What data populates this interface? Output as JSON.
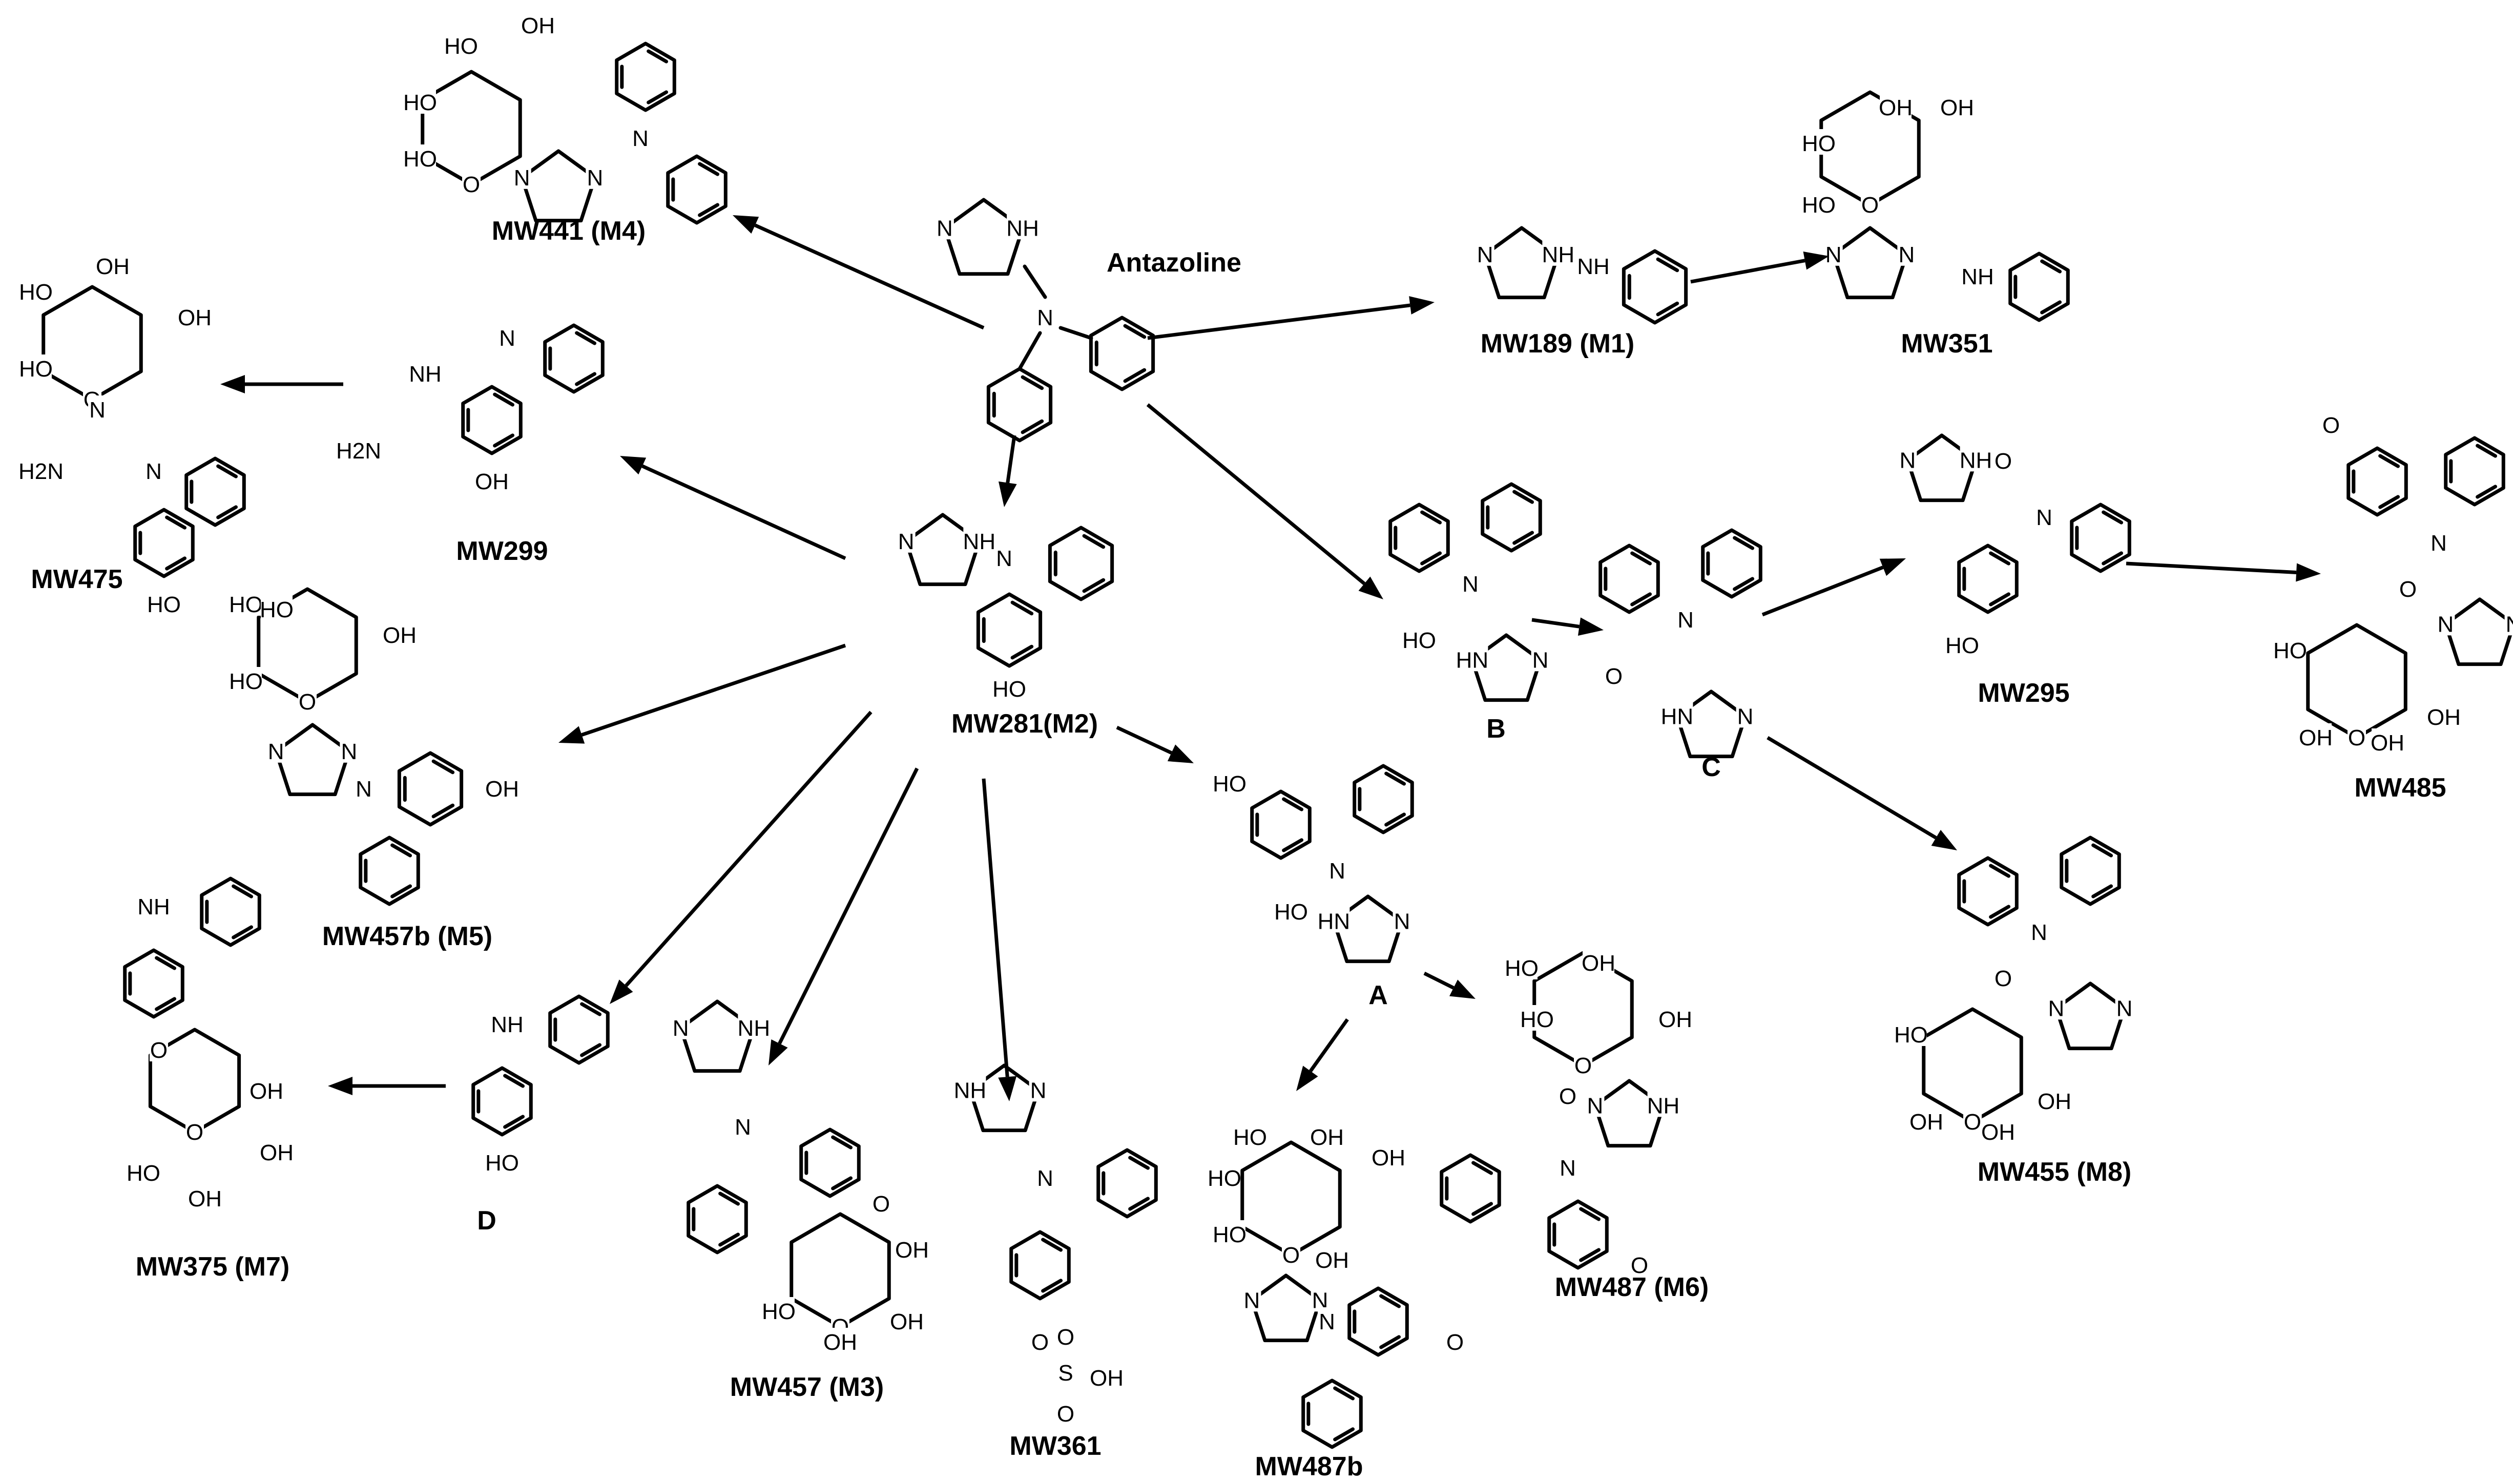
{
  "diagram": {
    "type": "metabolic-pathway-scheme",
    "start_compound": "Antazoline",
    "compound_labels": {
      "antazoline": "Antazoline",
      "m4": "MW441 (M4)",
      "m1": "MW189 (M1)",
      "mw351": "MW351",
      "mw475": "MW475",
      "mw299": "MW299",
      "m2": "MW281(M2)",
      "b": "B",
      "c": "C",
      "mw295": "MW295",
      "mw485": "MW485",
      "m5": "MW457b (M5)",
      "a": "A",
      "m8": "MW455 (M8)",
      "m6": "MW487 (M6)",
      "m7": "MW375 (M7)",
      "d": "D",
      "m3": "MW457 (M3)",
      "mw361": "MW361",
      "mw487b": "MW487b"
    },
    "atom_labels": {
      "n": "N",
      "nh": "NH",
      "hn": "HN",
      "oh": "OH",
      "ho": "HO",
      "o": "O",
      "h2n": "H2N",
      "s": "S"
    },
    "transformations": [
      {
        "from": "Antazoline",
        "to": "MW441 (M4)"
      },
      {
        "from": "Antazoline",
        "to": "MW189 (M1)"
      },
      {
        "from": "MW189 (M1)",
        "to": "MW351"
      },
      {
        "from": "Antazoline",
        "to": "MW281(M2)"
      },
      {
        "from": "Antazoline",
        "to": "B"
      },
      {
        "from": "B",
        "to": "C"
      },
      {
        "from": "C",
        "to": "MW295"
      },
      {
        "from": "MW295",
        "to": "MW485"
      },
      {
        "from": "C",
        "to": "MW455 (M8)"
      },
      {
        "from": "MW281(M2)",
        "to": "MW299"
      },
      {
        "from": "MW299",
        "to": "MW475"
      },
      {
        "from": "MW281(M2)",
        "to": "MW457b (M5)"
      },
      {
        "from": "MW281(M2)",
        "to": "D"
      },
      {
        "from": "D",
        "to": "MW375 (M7)"
      },
      {
        "from": "MW281(M2)",
        "to": "MW457 (M3)"
      },
      {
        "from": "MW281(M2)",
        "to": "MW361"
      },
      {
        "from": "MW281(M2)",
        "to": "A"
      },
      {
        "from": "A",
        "to": "MW487 (M6)"
      },
      {
        "from": "A",
        "to": "MW487b"
      }
    ]
  }
}
